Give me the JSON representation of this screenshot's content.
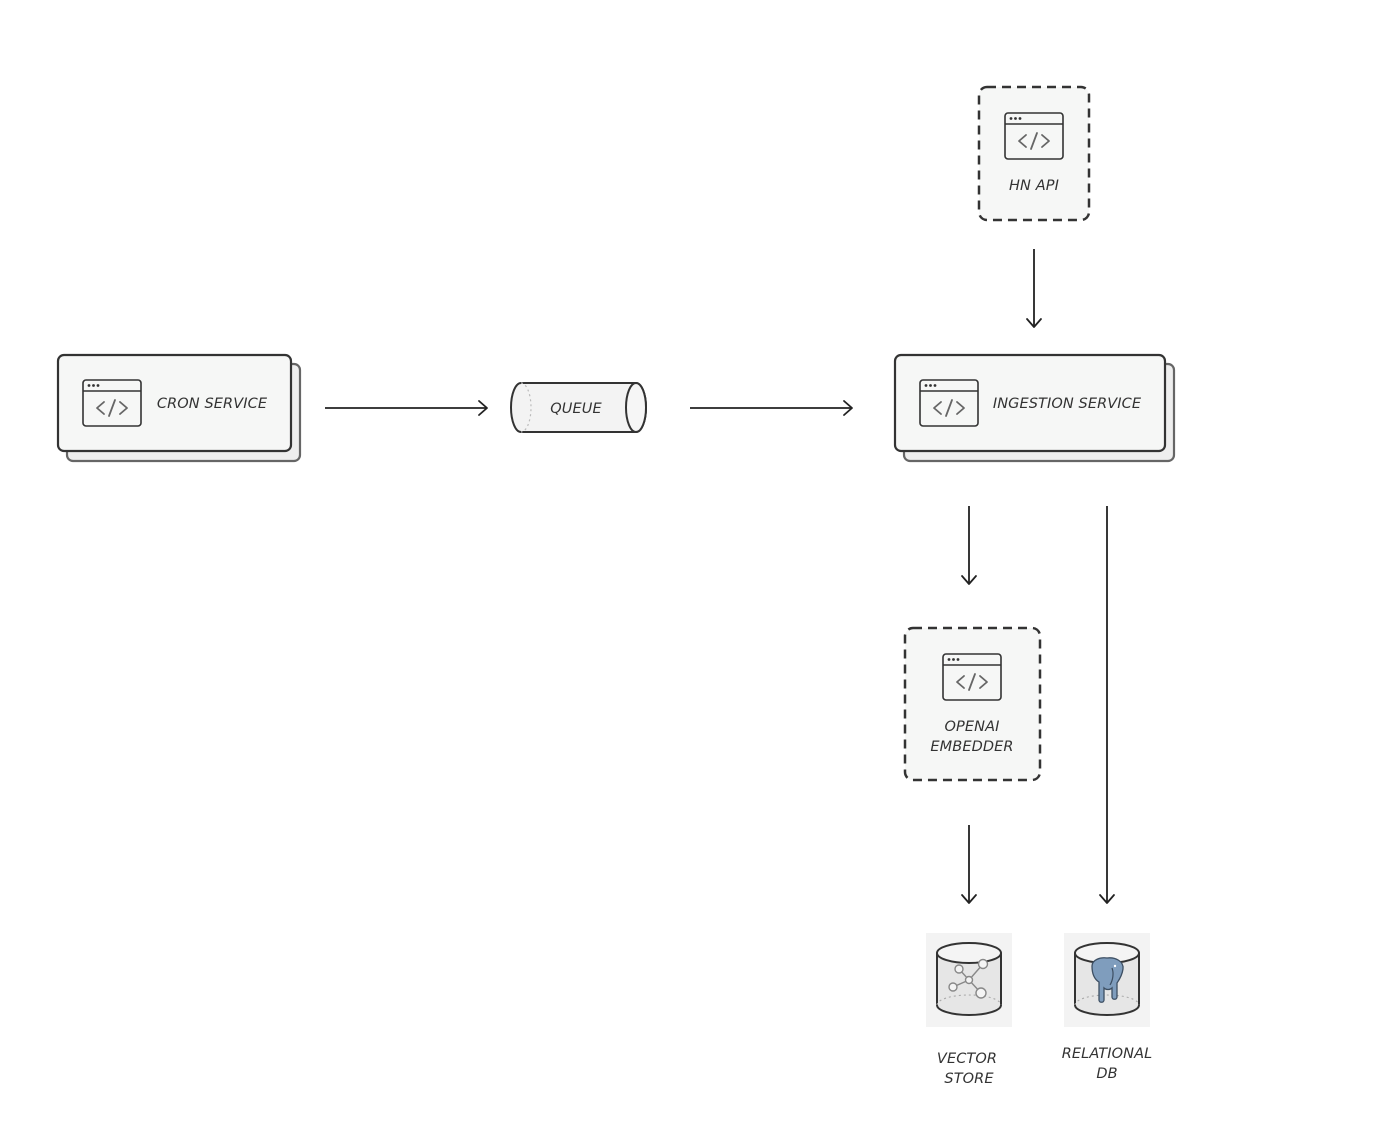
{
  "nodes": {
    "cron_service": {
      "label": "CRON SERVICE",
      "icon": "code-window-icon",
      "style": "stacked"
    },
    "queue": {
      "label": "QUEUE",
      "icon": "queue-cylinder-icon"
    },
    "ingestion_service": {
      "label": "INGESTION SERVICE",
      "icon": "code-window-icon",
      "style": "stacked"
    },
    "hn_api": {
      "label": "HN API",
      "icon": "code-window-icon",
      "style": "dashed-external"
    },
    "openai_embedder": {
      "label_line1": "OPENAI",
      "label_line2": "EMBEDDER",
      "icon": "code-window-icon",
      "style": "dashed-external"
    },
    "vector_store": {
      "label_line1": "VECTOR",
      "label_line2": "STORE",
      "icon": "vector-database-icon"
    },
    "relational_db": {
      "label_line1": "RELATIONAL",
      "label_line2": "DB",
      "icon": "postgresql-database-icon"
    }
  },
  "edges": [
    {
      "from": "CRON SERVICE",
      "to": "QUEUE"
    },
    {
      "from": "QUEUE",
      "to": "INGESTION SERVICE"
    },
    {
      "from": "HN API",
      "to": "INGESTION SERVICE"
    },
    {
      "from": "INGESTION SERVICE",
      "to": "OPENAI EMBEDDER"
    },
    {
      "from": "OPENAI EMBEDDER",
      "to": "VECTOR STORE"
    },
    {
      "from": "INGESTION SERVICE",
      "to": "RELATIONAL DB"
    }
  ],
  "colors": {
    "stroke": "#333333",
    "box_fill": "#f6f7f6",
    "shadow_fill": "#f0f0f0",
    "db_fill": "#e6e6e6",
    "elephant": "#7f9dbd"
  }
}
